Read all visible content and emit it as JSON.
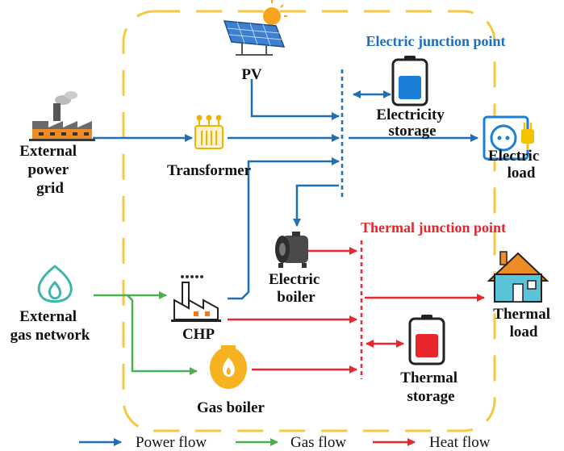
{
  "nodes": {
    "pv": "PV",
    "external_power_grid": [
      "External",
      "power",
      "grid"
    ],
    "transformer": "Transformer",
    "electricity_storage": [
      "Electricity",
      "storage"
    ],
    "electric_load": [
      "Electric",
      "load"
    ],
    "electric_boiler": [
      "Electric",
      "boiler"
    ],
    "external_gas_network": [
      "External",
      "gas network"
    ],
    "chp": "CHP",
    "gas_boiler": "Gas boiler",
    "thermal_load": [
      "Thermal",
      "load"
    ],
    "thermal_storage": [
      "Thermal",
      "storage"
    ]
  },
  "junctions": {
    "electric": "Electric junction point",
    "thermal": "Thermal junction point"
  },
  "legend": {
    "power": "Power flow",
    "gas": "Gas flow",
    "heat": "Heat flow"
  },
  "colors": {
    "power": "#1f6fb5",
    "gas": "#4caf50",
    "heat": "#e8262b",
    "boundary": "#f5c842",
    "electric_title": "#1a6fbf",
    "thermal_title": "#e3262b",
    "icon_teal": "#3cb6a9"
  }
}
